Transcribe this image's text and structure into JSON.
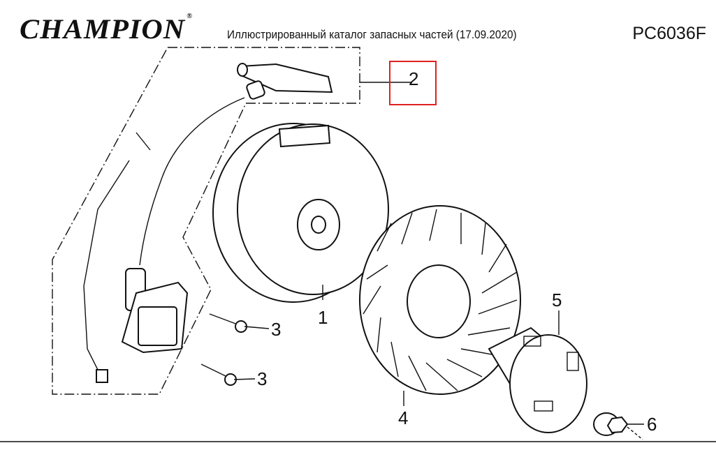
{
  "header": {
    "brand": "CHAMPION",
    "registered_mark": "®",
    "subtitle": "Иллюстрированный каталог запасных частей (17.09.2020)",
    "model": "PC6036F"
  },
  "diagram": {
    "highlight_color": "#e02020",
    "callouts": [
      {
        "id": "1",
        "label": "1",
        "part": "flywheel"
      },
      {
        "id": "2",
        "label": "2",
        "part": "spark-plug-cap",
        "highlighted": true
      },
      {
        "id": "3a",
        "label": "3",
        "part": "bolt"
      },
      {
        "id": "3b",
        "label": "3",
        "part": "bolt"
      },
      {
        "id": "4",
        "label": "4",
        "part": "cooling-fan"
      },
      {
        "id": "5",
        "label": "5",
        "part": "starter-cup"
      },
      {
        "id": "6",
        "label": "6",
        "part": "flange-nut"
      }
    ]
  }
}
